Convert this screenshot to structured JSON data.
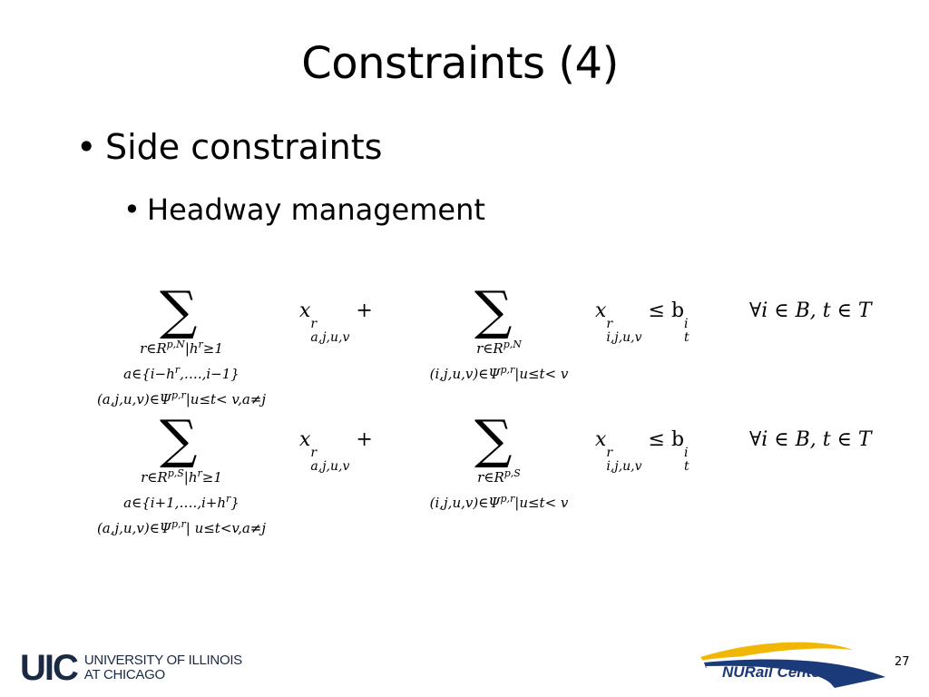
{
  "slide": {
    "title": "Constraints (4)",
    "bullets": [
      {
        "level": 1,
        "text": "Side constraints"
      },
      {
        "level": 2,
        "text": "Headway management"
      }
    ],
    "page_number": "27"
  },
  "equations": [
    {
      "sum1_limits": [
        "r∈R",
        "p,N",
        "|h",
        "r",
        "≥1",
        "a∈{i−h",
        "r",
        ",….,i−1}",
        "(a,j,u,v)∈Ψ",
        "p,r",
        "|u≤t< v,a≠j"
      ],
      "term1_sup": "r",
      "term1_sub": "a,j,u,v",
      "plus": "+",
      "sum2_limits": [
        "r∈R",
        "p,N",
        "(i,j,u,v)∈Ψ",
        "p,r",
        "|u≤t< v"
      ],
      "term2_sup": "r",
      "term2_sub": "i,j,u,v",
      "rhs": "≤ b",
      "rhs_sup": "i",
      "rhs_sub": "t",
      "forall": "∀i ∈ B, t ∈ T"
    },
    {
      "sum1_limits": [
        "r∈R",
        "p,S",
        "|h",
        "r",
        "≥1",
        "a∈{i+1,….,i+h",
        "r",
        "}",
        "(a,j,u,v)∈Ψ",
        "p,r",
        "| u≤t<v,a≠j"
      ],
      "term1_sup": "r",
      "term1_sub": "a,j,u,v",
      "plus": "+",
      "sum2_limits": [
        "r∈R",
        "p,S",
        "(i,j,u,v)∈Ψ",
        "p,r",
        "|u≤t< v"
      ],
      "term2_sup": "r",
      "term2_sub": "i,j,u,v",
      "rhs": "≤ b",
      "rhs_sup": "i",
      "rhs_sub": "t",
      "forall": "∀i ∈ B, t ∈ T"
    }
  ],
  "footer": {
    "uic_mark": "UIC",
    "uic_line1": "UNIVERSITY OF ILLINOIS",
    "uic_line2": "AT CHICAGO",
    "nurail": "NURail Center"
  },
  "colors": {
    "uic_navy": "#1b2a44",
    "nurail_blue": "#1a3a7a",
    "nurail_gold": "#f2b705"
  }
}
